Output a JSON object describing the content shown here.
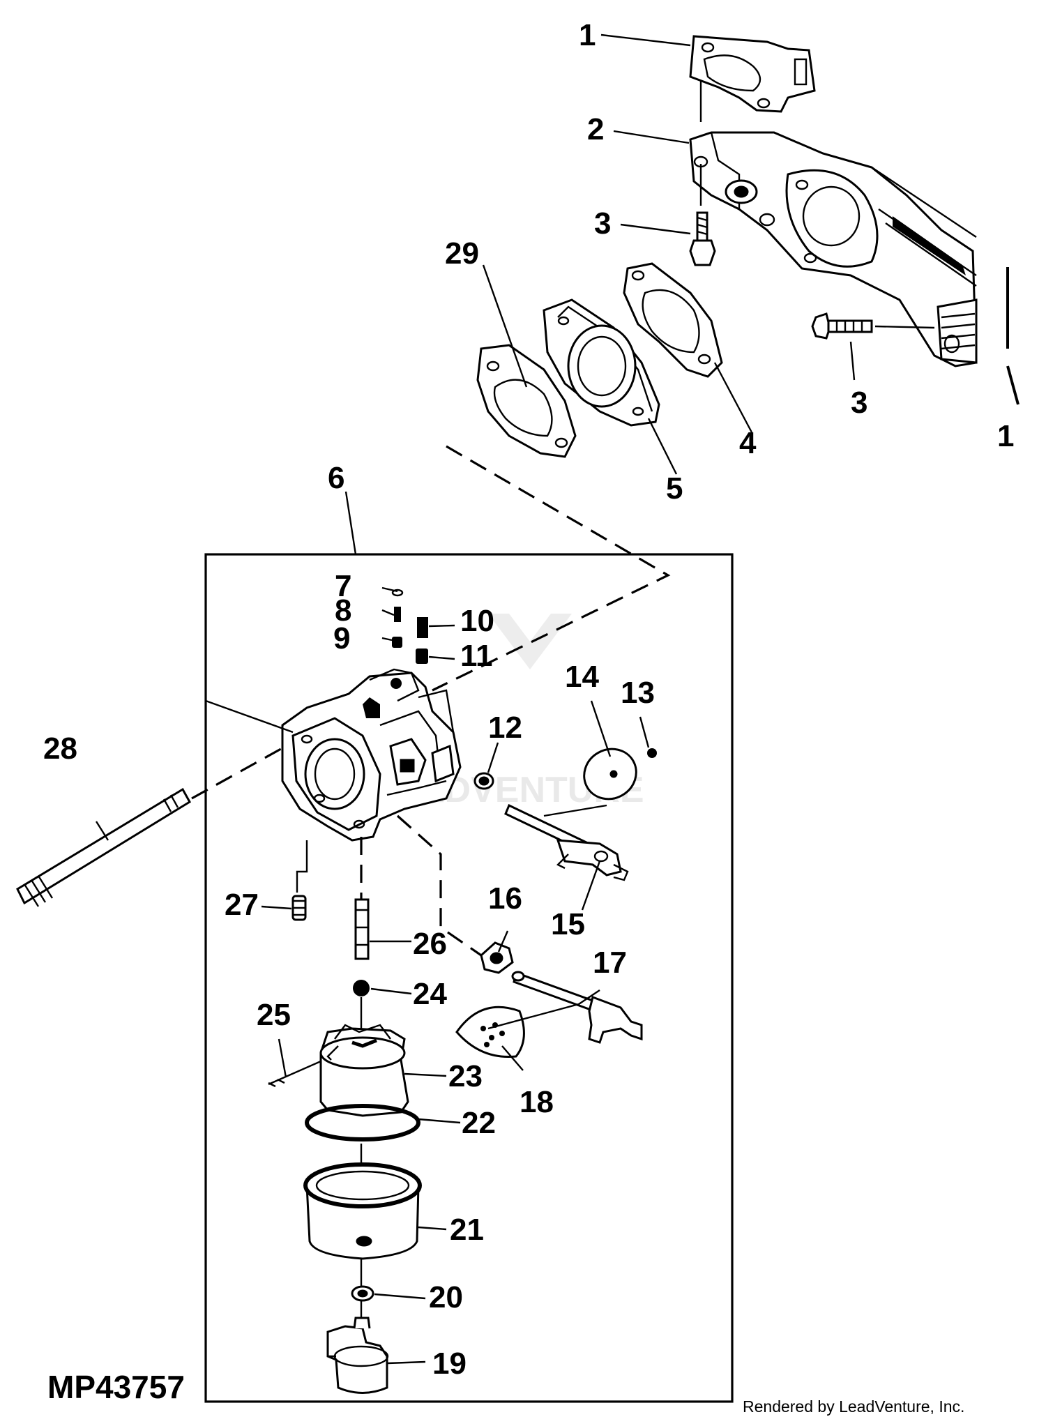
{
  "figure_id": "MP43757",
  "credit": "Rendered by LeadVenture, Inc.",
  "watermark": "ADVENTURE",
  "callouts": {
    "c1a": "1",
    "c1b": "1",
    "c2": "2",
    "c3a": "3",
    "c3b": "3",
    "c4": "4",
    "c5": "5",
    "c6": "6",
    "c7": "7",
    "c8": "8",
    "c9": "9",
    "c10": "10",
    "c11": "11",
    "c12": "12",
    "c13": "13",
    "c14": "14",
    "c15": "15",
    "c16": "16",
    "c17": "17",
    "c18": "18",
    "c19": "19",
    "c20": "20",
    "c21": "21",
    "c22": "22",
    "c23": "23",
    "c24": "24",
    "c25": "25",
    "c26": "26",
    "c27": "27",
    "c28": "28",
    "c29": "29"
  }
}
